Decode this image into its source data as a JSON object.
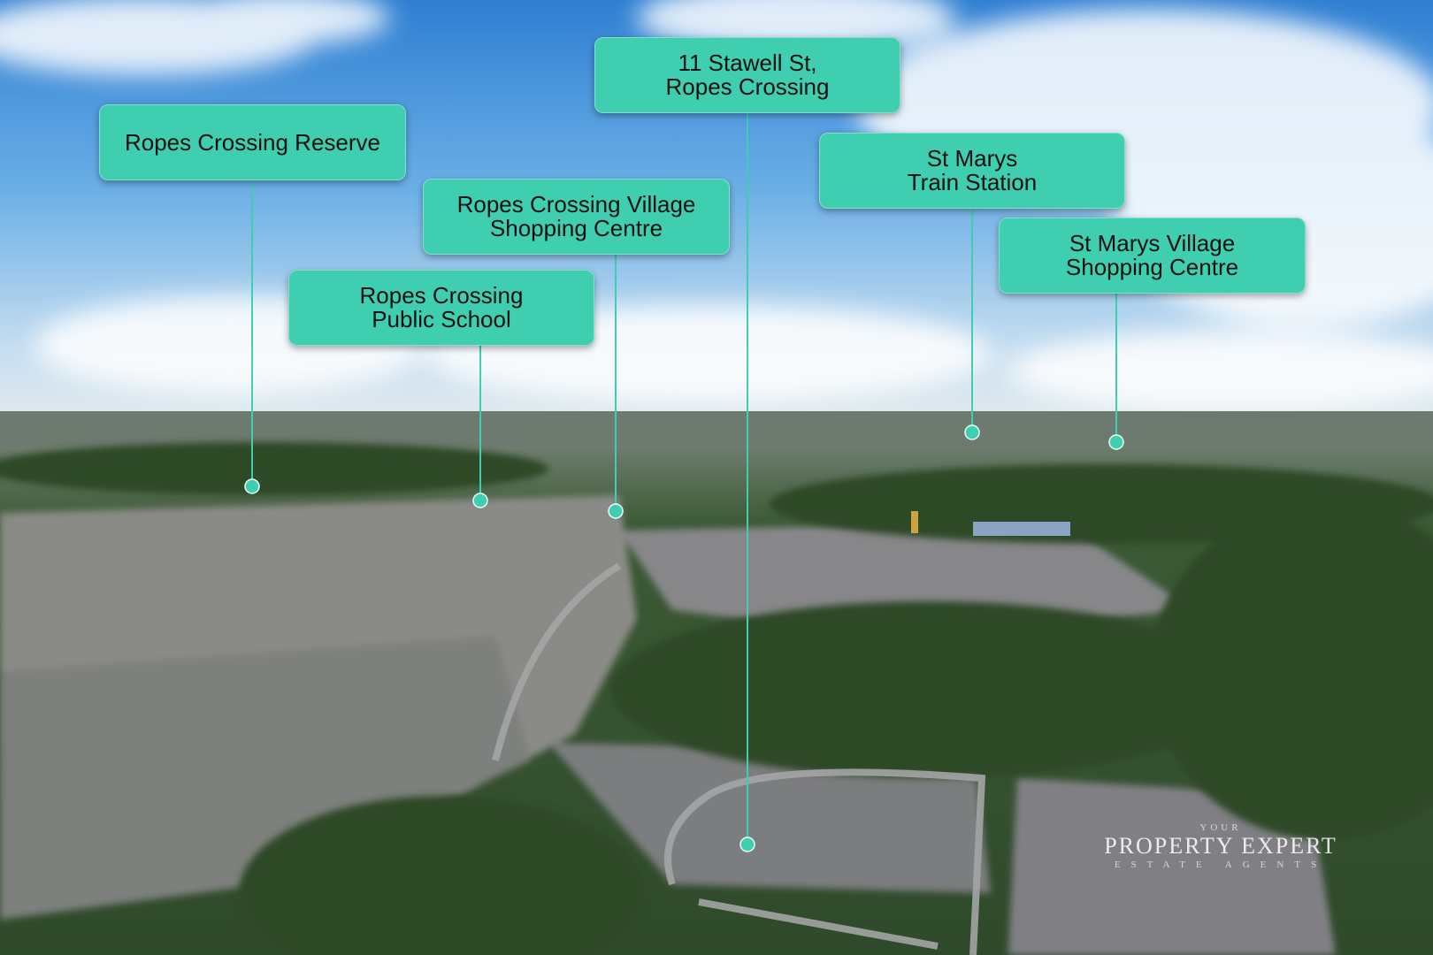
{
  "labels": {
    "property": {
      "line1": "11 Stawell St,",
      "line2": "Ropes Crossing"
    },
    "reserve": {
      "line1": "Ropes Crossing Reserve"
    },
    "village_centre": {
      "line1": "Ropes Crossing Village",
      "line2": "Shopping Centre"
    },
    "school": {
      "line1": "Ropes Crossing",
      "line2": "Public School"
    },
    "train": {
      "line1": "St Marys",
      "line2": "Train Station"
    },
    "st_marys_centre": {
      "line1": "St Marys Village",
      "line2": "Shopping Centre"
    }
  },
  "watermark": {
    "top": "YOUR",
    "main": "PROPERTY EXPERT",
    "sub": "ESTATE AGENTS"
  },
  "colors": {
    "label_bg": "#3fcfb0",
    "pin": "#3fcfb0",
    "leader": "#3fcfb0"
  }
}
